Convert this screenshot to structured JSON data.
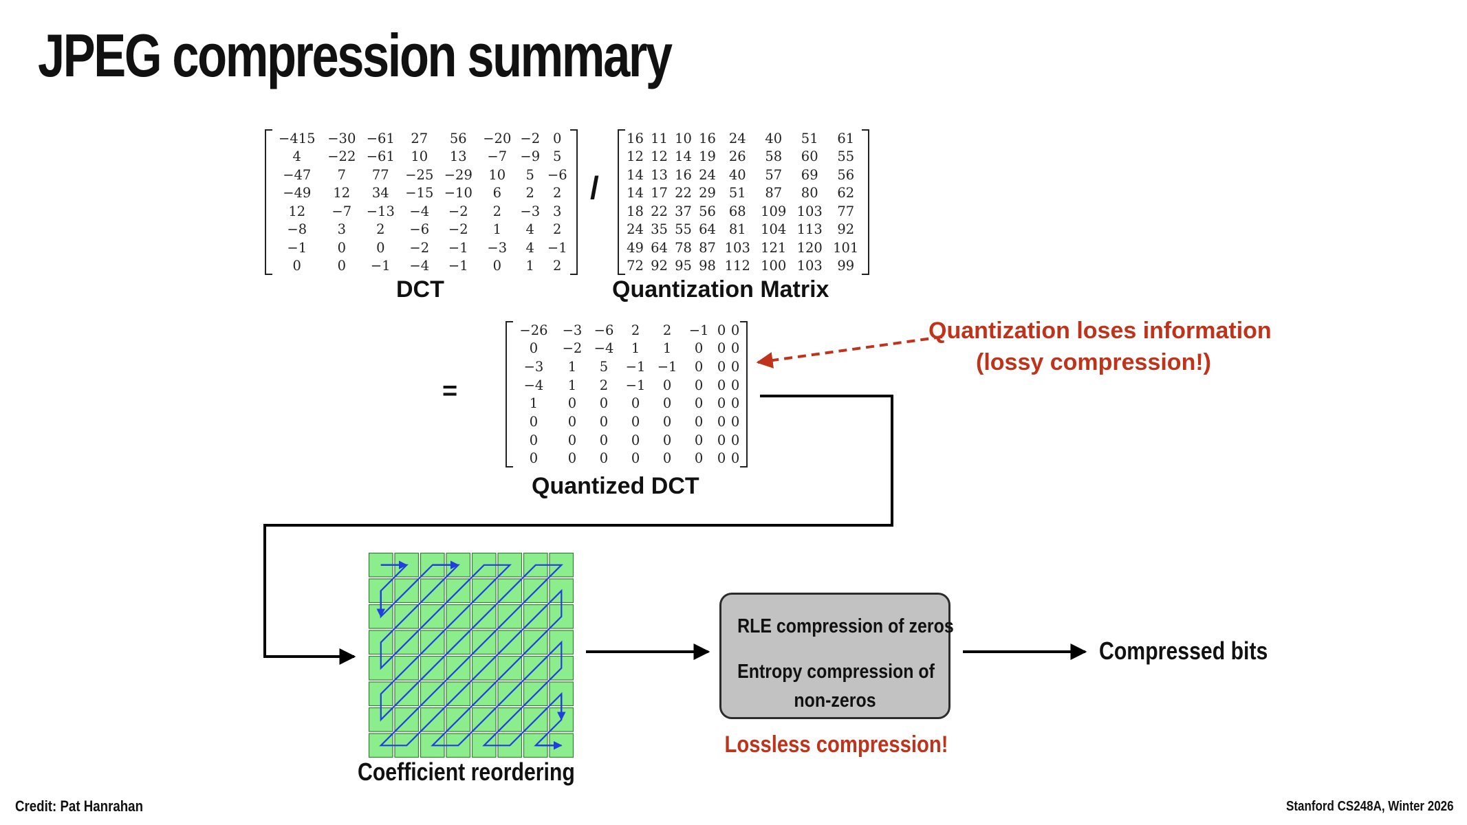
{
  "slide": {
    "title": "JPEG compression summary",
    "credit": "Credit: Pat Hanrahan",
    "course": "Stanford CS248A, Winter 2026"
  },
  "dct": {
    "label": "DCT",
    "rows": [
      [
        "−415",
        "−30",
        "−61",
        "27",
        "56",
        "−20",
        "−2",
        "0"
      ],
      [
        "4",
        "−22",
        "−61",
        "10",
        "13",
        "−7",
        "−9",
        "5"
      ],
      [
        "−47",
        "7",
        "77",
        "−25",
        "−29",
        "10",
        "5",
        "−6"
      ],
      [
        "−49",
        "12",
        "34",
        "−15",
        "−10",
        "6",
        "2",
        "2"
      ],
      [
        "12",
        "−7",
        "−13",
        "−4",
        "−2",
        "2",
        "−3",
        "3"
      ],
      [
        "−8",
        "3",
        "2",
        "−6",
        "−2",
        "1",
        "4",
        "2"
      ],
      [
        "−1",
        "0",
        "0",
        "−2",
        "−1",
        "−3",
        "4",
        "−1"
      ],
      [
        "0",
        "0",
        "−1",
        "−4",
        "−1",
        "0",
        "1",
        "2"
      ]
    ]
  },
  "divide_symbol": "/",
  "quant_matrix": {
    "label": "Quantization Matrix",
    "rows": [
      [
        "16",
        "11",
        "10",
        "16",
        "24",
        "40",
        "51",
        "61"
      ],
      [
        "12",
        "12",
        "14",
        "19",
        "26",
        "58",
        "60",
        "55"
      ],
      [
        "14",
        "13",
        "16",
        "24",
        "40",
        "57",
        "69",
        "56"
      ],
      [
        "14",
        "17",
        "22",
        "29",
        "51",
        "87",
        "80",
        "62"
      ],
      [
        "18",
        "22",
        "37",
        "56",
        "68",
        "109",
        "103",
        "77"
      ],
      [
        "24",
        "35",
        "55",
        "64",
        "81",
        "104",
        "113",
        "92"
      ],
      [
        "49",
        "64",
        "78",
        "87",
        "103",
        "121",
        "120",
        "101"
      ],
      [
        "72",
        "92",
        "95",
        "98",
        "112",
        "100",
        "103",
        "99"
      ]
    ]
  },
  "equals_symbol": "=",
  "quantized": {
    "label": "Quantized DCT",
    "rows": [
      [
        "−26",
        "−3",
        "−6",
        "2",
        "2",
        "−1",
        "0",
        "0"
      ],
      [
        "0",
        "−2",
        "−4",
        "1",
        "1",
        "0",
        "0",
        "0"
      ],
      [
        "−3",
        "1",
        "5",
        "−1",
        "−1",
        "0",
        "0",
        "0"
      ],
      [
        "−4",
        "1",
        "2",
        "−1",
        "0",
        "0",
        "0",
        "0"
      ],
      [
        "1",
        "0",
        "0",
        "0",
        "0",
        "0",
        "0",
        "0"
      ],
      [
        "0",
        "0",
        "0",
        "0",
        "0",
        "0",
        "0",
        "0"
      ],
      [
        "0",
        "0",
        "0",
        "0",
        "0",
        "0",
        "0",
        "0"
      ],
      [
        "0",
        "0",
        "0",
        "0",
        "0",
        "0",
        "0",
        "0"
      ]
    ]
  },
  "annotation": {
    "line1": "Quantization loses information",
    "line2": "(lossy compression!)"
  },
  "reorder": {
    "label": "Coefficient reordering",
    "grid_size": 8
  },
  "compress_box": {
    "line1": "RLE compression of zeros",
    "line2": "Entropy compression of",
    "line3": "non-zeros",
    "note": "Lossless compression!"
  },
  "output": {
    "label": "Compressed bits"
  },
  "colors": {
    "accent_red": "#c0331b",
    "grid_green": "#8bed8b",
    "zigzag_blue": "#1f3fe0",
    "box_gray": "#c2c2c2"
  }
}
